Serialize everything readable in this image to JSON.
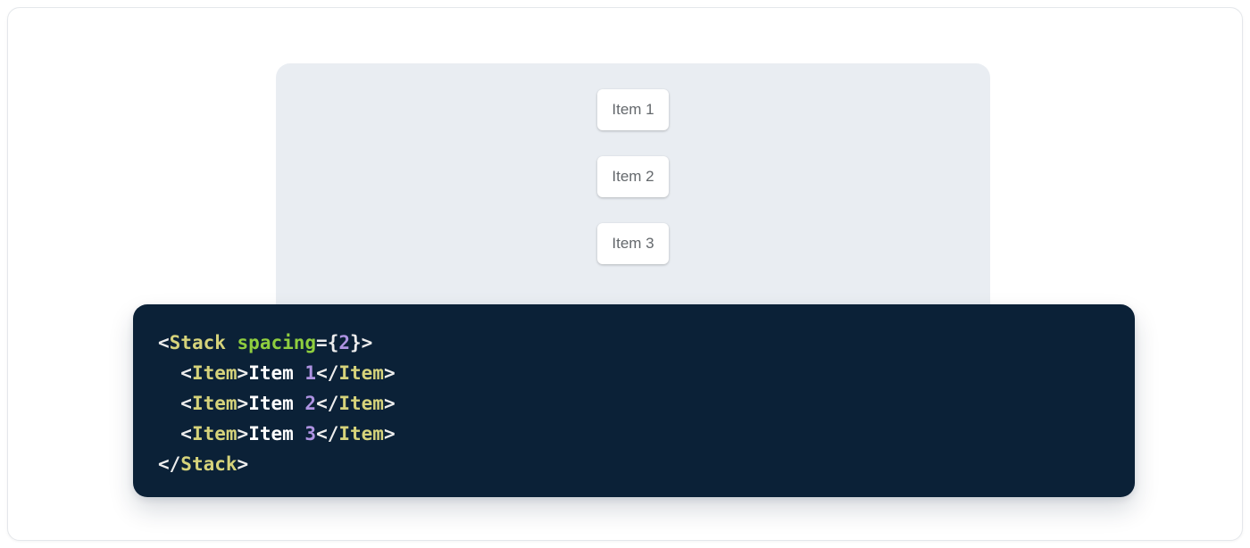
{
  "demo": {
    "panel_bg": "#e9edf2",
    "item_text_color": "#64686c",
    "items": [
      {
        "label": "Item 1"
      },
      {
        "label": "Item 2"
      },
      {
        "label": "Item 3"
      }
    ]
  },
  "code": {
    "bg": "#0b2137",
    "language": "jsx",
    "source": "<Stack spacing={2}>\n  <Item>Item 1</Item>\n  <Item>Item 2</Item>\n  <Item>Item 3</Item>\n</Stack>",
    "colors": {
      "tag": "#d6d37b",
      "attr": "#8fce3f",
      "num": "#ae93e2",
      "punct": "#ededed",
      "text": "#ffffff"
    },
    "lines": [
      [
        {
          "t": "<",
          "c": "punct"
        },
        {
          "t": "Stack",
          "c": "tag"
        },
        {
          "t": " ",
          "c": "text"
        },
        {
          "t": "spacing",
          "c": "attr"
        },
        {
          "t": "=",
          "c": "punct"
        },
        {
          "t": "{",
          "c": "punct"
        },
        {
          "t": "2",
          "c": "num"
        },
        {
          "t": "}",
          "c": "punct"
        },
        {
          "t": ">",
          "c": "punct"
        }
      ],
      [
        {
          "t": "  ",
          "c": "text"
        },
        {
          "t": "<",
          "c": "punct"
        },
        {
          "t": "Item",
          "c": "tag"
        },
        {
          "t": ">",
          "c": "punct"
        },
        {
          "t": "Item ",
          "c": "text"
        },
        {
          "t": "1",
          "c": "num"
        },
        {
          "t": "</",
          "c": "punct"
        },
        {
          "t": "Item",
          "c": "tag"
        },
        {
          "t": ">",
          "c": "punct"
        }
      ],
      [
        {
          "t": "  ",
          "c": "text"
        },
        {
          "t": "<",
          "c": "punct"
        },
        {
          "t": "Item",
          "c": "tag"
        },
        {
          "t": ">",
          "c": "punct"
        },
        {
          "t": "Item ",
          "c": "text"
        },
        {
          "t": "2",
          "c": "num"
        },
        {
          "t": "</",
          "c": "punct"
        },
        {
          "t": "Item",
          "c": "tag"
        },
        {
          "t": ">",
          "c": "punct"
        }
      ],
      [
        {
          "t": "  ",
          "c": "text"
        },
        {
          "t": "<",
          "c": "punct"
        },
        {
          "t": "Item",
          "c": "tag"
        },
        {
          "t": ">",
          "c": "punct"
        },
        {
          "t": "Item ",
          "c": "text"
        },
        {
          "t": "3",
          "c": "num"
        },
        {
          "t": "</",
          "c": "punct"
        },
        {
          "t": "Item",
          "c": "tag"
        },
        {
          "t": ">",
          "c": "punct"
        }
      ],
      [
        {
          "t": "</",
          "c": "punct"
        },
        {
          "t": "Stack",
          "c": "tag"
        },
        {
          "t": ">",
          "c": "punct"
        }
      ]
    ]
  }
}
